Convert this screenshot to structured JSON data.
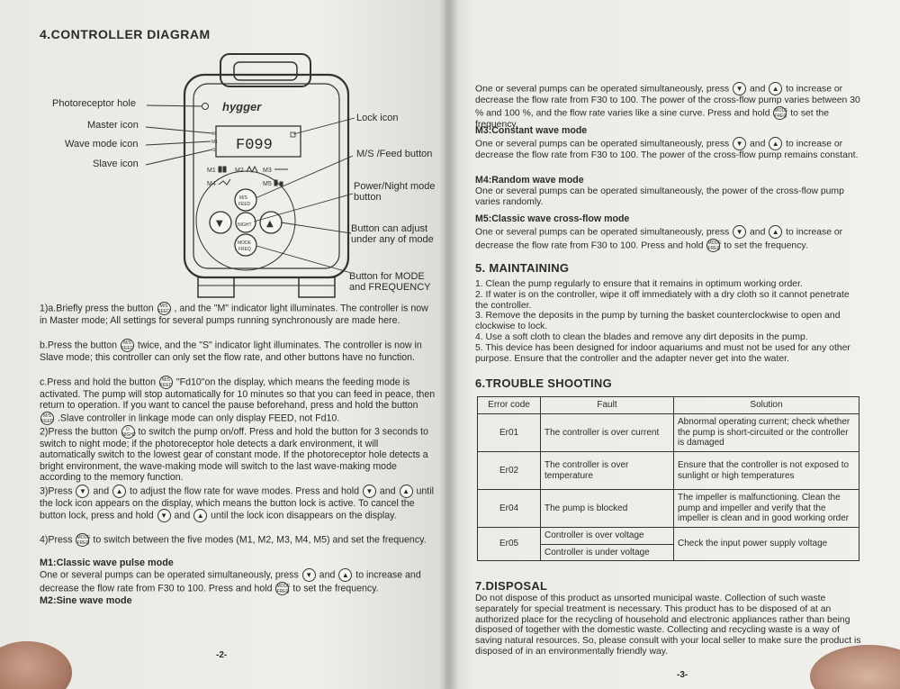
{
  "left_page": {
    "title": "4.CONTROLLER DIAGRAM",
    "device": {
      "brand": "hygger",
      "display_value": "F099",
      "indicators": [
        "M",
        "M1",
        "S"
      ],
      "mode_labels": [
        "M1",
        "M2",
        "M3",
        "M4",
        "M5"
      ],
      "button_labels": {
        "ms_feed_top": "M/S",
        "ms_feed_bottom": "FEED",
        "night": "NIGHT",
        "mode_top": "MODE",
        "mode_bottom": "FREQ",
        "down": "▼",
        "up": "▲"
      }
    },
    "callouts": {
      "photoreceptor": "Photoreceptor hole",
      "master": "Master icon",
      "wave": "Wave mode icon",
      "slave": "Slave icon",
      "lock": "Lock icon",
      "ms_feed": "M/S /Feed button",
      "power_night": "Power/Night mode button",
      "adjust": "Button can adjust under any of mode",
      "mode_freq": "Button for MODE and FREQUENCY"
    },
    "paragraphs": {
      "p1a_1": "1)a.Briefly press the button",
      "p1a_2": ", and the \"M\" indicator light illuminates. The controller is now in Master mode; All settings for several pumps running synchronously are made here.",
      "p1b_1": "b.Press the button",
      "p1b_2": "twice, and the \"S\" indicator light illuminates. The controller is now in Slave mode; this controller can only set the flow rate, and other buttons have no function.",
      "p1c_1": "c.Press and hold the button",
      "p1c_2": "\"Fd10\"on the display, which means the feeding mode is activated. The pump will stop automatically for 10 minutes so that you can feed in peace, then return to operation. If you want to cancel the pause beforehand, press and hold the button",
      "p1c_3": ".Slave controller in linkage mode can only display FEED, not Fd10.",
      "p2_1": "2)Press the button",
      "p2_2": "to switch the pump on/off. Press and hold the button for 3 seconds to switch to night mode; if the photoreceptor hole detects a dark environment, it will automatically switch to the lowest gear of constant mode. If the photoreceptor hole detects a bright environment, the wave-making mode will switch to the last wave-making mode according to the memory function.",
      "p3_1": "3)Press",
      "p3_2": "and",
      "p3_3": "to adjust the flow rate for wave modes. Press and hold",
      "p3_4": "and",
      "p3_5": "until the lock icon appears on the display, which means the button lock is active. To cancel the button lock, press and hold",
      "p3_6": "and",
      "p3_7": "until the lock icon disappears on the display.",
      "p4_1": "4)Press",
      "p4_2": "to switch between the five modes (M1, M2, M3, M4, M5) and set the frequency.",
      "m1_title": "M1:Classic wave pulse mode",
      "m1_1": "One or several pumps can be operated simultaneously, press",
      "m1_2": "and",
      "m1_3": "to increase and decrease the flow rate from F30 to 100. Press and hold",
      "m1_4": "to set the frequency.",
      "m2_title": "M2:Sine wave mode"
    },
    "page_number": "-2-"
  },
  "right_page": {
    "m2_1": "One or several pumps can be operated simultaneously, press",
    "m2_2": "and",
    "m2_3": "to increase or decrease the flow rate from F30 to 100. The power of the cross-flow pump varies between 30 % and 100 %, and the flow rate varies like a sine curve. Press and hold",
    "m2_4": "to set the frequency.",
    "m3_title": "M3:Constant wave mode",
    "m3_1": "One or several pumps can be operated simultaneously, press",
    "m3_2": "and",
    "m3_3": "to increase or decrease the flow rate from F30 to 100. The power of the cross-flow pump remains constant.",
    "m4_title": "M4:Random wave mode",
    "m4_1": "One or several pumps can be operated simultaneously, the power of the cross-flow pump varies randomly.",
    "m5_title": "M5:Classic wave cross-flow mode",
    "m5_1": "One or several pumps can be operated simultaneously, press",
    "m5_2": "and",
    "m5_3": "to increase or decrease the flow rate from F30 to 100. Press and hold",
    "m5_4": "to set the frequency.",
    "maint_title": "5. MAINTAINING",
    "maint_items": [
      "1. Clean the pump regularly to ensure that it remains in optimum working order.",
      "2. If water is on the controller, wipe it off immediately with a dry cloth so it cannot penetrate the controller.",
      "3. Remove the deposits in the pump by turning the basket counterclockwise to open and clockwise to lock.",
      "4. Use a soft cloth to clean the blades and remove any dirt deposits in the pump.",
      "5. This device has been designed for indoor aquariums and must not be used for any other purpose. Ensure that the controller and the adapter never get into the water."
    ],
    "ts_title": "6.TROUBLE SHOOTING",
    "ts_headers": [
      "Error code",
      "Fault",
      "Solution"
    ],
    "ts_rows": {
      "er01": {
        "code": "Er01",
        "fault": "The controller is over current",
        "solution": "Abnormal operating current; check whether the pump is short-circuited or the controller is damaged"
      },
      "er02": {
        "code": "Er02",
        "fault": "The controller is over temperature",
        "solution": "Ensure that the controller is not exposed to sunlight or high temperatures"
      },
      "er04": {
        "code": "Er04",
        "fault": "The pump is blocked",
        "solution": "The impeller is malfunctioning. Clean the pump and impeller and verify that the impeller is clean and in good working order"
      },
      "er05": {
        "code": "Er05",
        "fault_a": "Controller is over voltage",
        "fault_b": "Controller is under voltage",
        "solution": "Check the input power supply voltage"
      }
    },
    "disposal_title": "7.DISPOSAL",
    "disposal_text": "Do not dispose of this product as unsorted municipal waste. Collection of such waste separately for special treatment is necessary. This product has to be disposed of at an authorized place for the recycling of household and electronic appliances rather than being disposed of together with the domestic waste. Collecting and recycling waste is a way of saving natural resources. So, please consult with your local seller to make sure the product is disposed of in an environmentally friendly way.",
    "page_number": "-3-"
  },
  "colors": {
    "paper": "#ecebe6",
    "ink": "#2a2a2a",
    "background": "#6b6f72"
  }
}
